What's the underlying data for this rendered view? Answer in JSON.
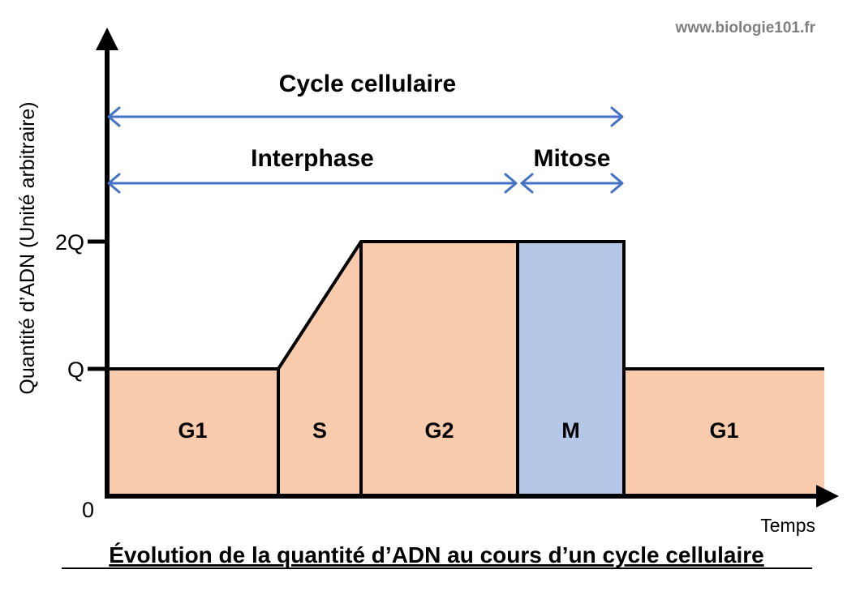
{
  "watermark": "www.biologie101.fr",
  "chart_data": {
    "type": "area",
    "title": "Évolution de la quantité d’ADN au cours d’un cycle cellulaire",
    "xlabel": "Temps",
    "ylabel": "Quantité d’ADN (Unité arbitraire)",
    "y_ticks": [
      "0",
      "Q",
      "2Q"
    ],
    "y_tick_values": [
      0,
      1,
      2
    ],
    "phases": [
      {
        "label": "G1",
        "dna_start": 1,
        "dna_end": 1,
        "color": "#f8cbad"
      },
      {
        "label": "S",
        "dna_start": 1,
        "dna_end": 2,
        "color": "#f8cbad"
      },
      {
        "label": "G2",
        "dna_start": 2,
        "dna_end": 2,
        "color": "#f8cbad"
      },
      {
        "label": "M",
        "dna_start": 2,
        "dna_end": 2,
        "color": "#b4c7e7"
      },
      {
        "label": "G1",
        "dna_start": 1,
        "dna_end": 1,
        "color": "#f8cbad"
      }
    ],
    "spans": [
      {
        "label": "Cycle cellulaire",
        "from_phase": 0,
        "to_phase": 3
      },
      {
        "label": "Interphase",
        "from_phase": 0,
        "to_phase": 2
      },
      {
        "label": "Mitose",
        "from_phase": 3,
        "to_phase": 3
      }
    ],
    "arrow_color": "#4472c4"
  }
}
